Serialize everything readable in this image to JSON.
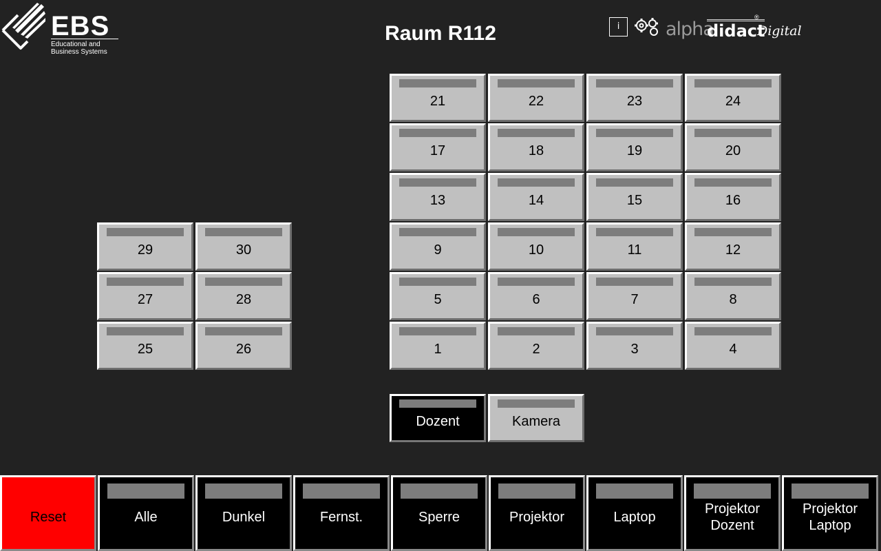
{
  "header": {
    "title": "Raum R112",
    "ebs_logo": {
      "word": "EBS",
      "subtitle_line1": "Educational and",
      "subtitle_line2": "Business Systems"
    },
    "info_label": "i",
    "brand": {
      "alpha": "alpha",
      "didact": "didact",
      "reg": "®",
      "digital": "Digital"
    }
  },
  "seats_right": [
    [
      "21",
      "22",
      "23",
      "24"
    ],
    [
      "17",
      "18",
      "19",
      "20"
    ],
    [
      "13",
      "14",
      "15",
      "16"
    ],
    [
      "9",
      "10",
      "11",
      "12"
    ],
    [
      "5",
      "6",
      "7",
      "8"
    ],
    [
      "1",
      "2",
      "3",
      "4"
    ]
  ],
  "seats_left": [
    [
      "29",
      "30"
    ],
    [
      "27",
      "28"
    ],
    [
      "25",
      "26"
    ]
  ],
  "sources": [
    {
      "label": "Dozent",
      "active": true
    },
    {
      "label": "Kamera",
      "active": false
    }
  ],
  "footer": [
    {
      "label": "Reset",
      "style": "reset",
      "color": "#ff0000"
    },
    {
      "label": "Alle"
    },
    {
      "label": "Dunkel"
    },
    {
      "label": "Fernst."
    },
    {
      "label": "Sperre"
    },
    {
      "label": "Projektor"
    },
    {
      "label": "Laptop"
    },
    {
      "label": "Projektor\nDozent"
    },
    {
      "label": "Projektor\nLaptop"
    }
  ],
  "colors": {
    "background": "#222222",
    "seat": "#c0c0c0",
    "seat_bar": "#7d7d7d",
    "reset": "#ff0000"
  }
}
